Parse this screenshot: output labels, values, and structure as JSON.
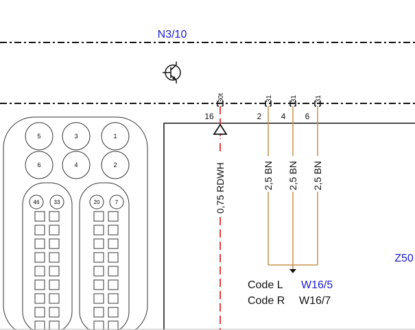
{
  "component": {
    "id": "N3/10",
    "target_id": "Z50"
  },
  "pins": [
    {
      "pin": "16",
      "terminal": "30t",
      "wire": "0,75 RDWH",
      "color": "#e83a3a"
    },
    {
      "pin": "2",
      "terminal": "31",
      "wire": "2,5 BN",
      "color": "#c8904a"
    },
    {
      "pin": "4",
      "terminal": "31",
      "wire": "2,5 BN",
      "color": "#c8904a"
    },
    {
      "pin": "6",
      "terminal": "31",
      "wire": "2,5 BN",
      "color": "#c8904a"
    }
  ],
  "codes": [
    {
      "label": "Code L",
      "ref": "W16/5",
      "ref_color": "#1a1ad6"
    },
    {
      "label": "Code R",
      "ref": "W16/7",
      "ref_color": "#111111"
    }
  ],
  "connector": {
    "large_pins": [
      "5",
      "3",
      "1",
      "6",
      "4",
      "2"
    ],
    "small_pins_left": [
      "46",
      "33"
    ],
    "small_pins_right": [
      "20",
      "7"
    ]
  },
  "icons": {
    "transistor": "transistor-icon"
  }
}
